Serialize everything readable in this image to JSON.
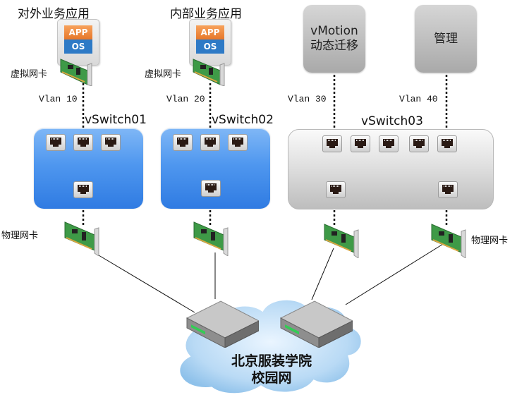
{
  "apps": [
    {
      "title": "对外业务应用",
      "app_label": "APP",
      "os_label": "OS",
      "vnic_label": "虚拟网卡",
      "vlan": "Vlan 10",
      "switch": "vSwitch01"
    },
    {
      "title": "内部业务应用",
      "app_label": "APP",
      "os_label": "OS",
      "vnic_label": "虚拟网卡",
      "vlan": "Vlan 20",
      "switch": "vSwitch02"
    }
  ],
  "services": [
    {
      "line1": "vMotion",
      "line2": "动态迁移",
      "vlan": "Vlan 30"
    },
    {
      "line1": "管理",
      "line2": "",
      "vlan": "Vlan 40"
    }
  ],
  "switch3": "vSwitch03",
  "pnic_label_left": "物理网卡",
  "pnic_label_right": "物理网卡",
  "cloud": {
    "line1": "北京服装学院",
    "line2": "校园网"
  },
  "colors": {
    "blue_switch": "#4f97ef",
    "app_orange": "#e6772a",
    "os_blue": "#2e7ac6",
    "cloud_blue": "#b9daf5"
  }
}
